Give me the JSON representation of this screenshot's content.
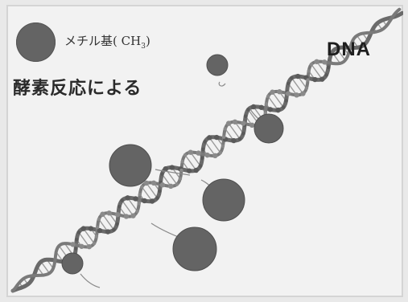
{
  "legend": {
    "marker_label": "メチル基",
    "formula_prefix": "( CH",
    "formula_sub": "3",
    "formula_suffix": ")"
  },
  "subtitle": "酵素反応による",
  "dna_label": "DNA",
  "colors": {
    "background": "#f2f2f2",
    "methyl_group": "#646464",
    "helix_strand": "#6a6a6a",
    "helix_rung": "#9a9a9a"
  }
}
